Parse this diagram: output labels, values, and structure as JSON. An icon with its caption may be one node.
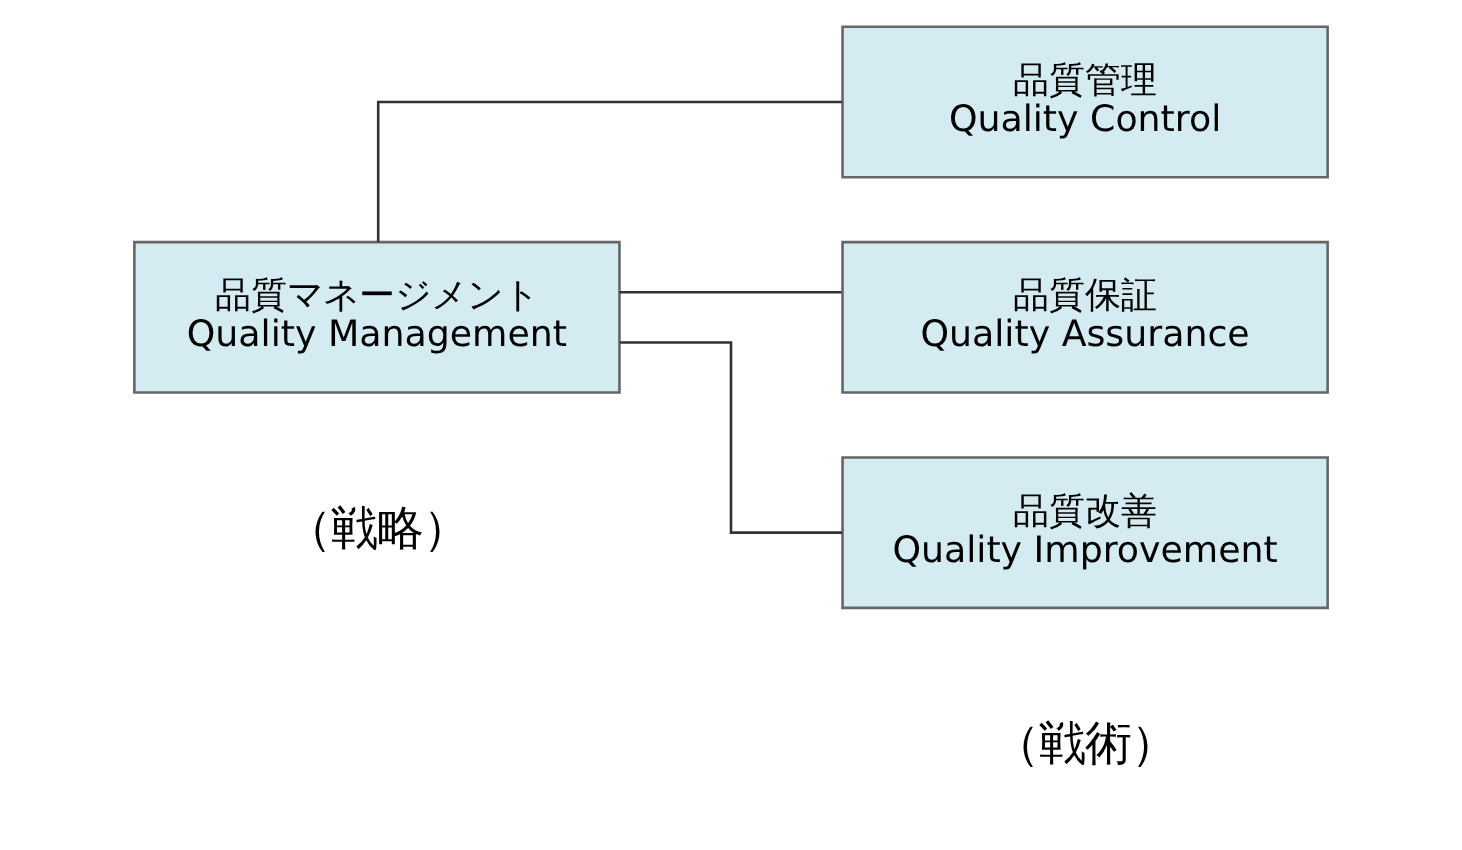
{
  "diagram": {
    "nodes": [
      {
        "text": [
          "品質マネージメント",
          "Quality Management"
        ]
      },
      {
        "text": [
          "品質管理",
          "Quality Control"
        ]
      },
      {
        "text": [
          "品質保証",
          "Quality Assurance"
        ]
      },
      {
        "text": [
          "品質改善",
          "Quality Improvement"
        ]
      }
    ],
    "edges": [
      {
        "from": 0,
        "to": 1,
        "arrow": "none"
      },
      {
        "from": 0,
        "to": 2,
        "arrow": "none"
      },
      {
        "from": 0,
        "to": 3,
        "arrow": "none"
      }
    ],
    "labels": [
      "（戦略）",
      "（戦術）"
    ]
  }
}
